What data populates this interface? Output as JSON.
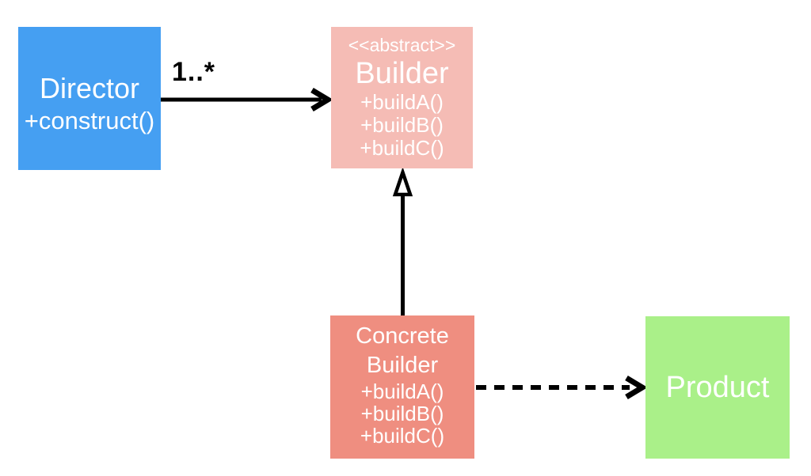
{
  "colors": {
    "director_fill": "#459FF2",
    "builder_fill": "#F5BCB5",
    "concrete_builder_fill": "#EF8E80",
    "product_fill": "#AAF089",
    "node_text": "#FFFFFF",
    "line": "#000000"
  },
  "nodes": {
    "director": {
      "title": "Director",
      "methods": [
        "+construct()"
      ]
    },
    "builder": {
      "stereotype": "<<abstract>>",
      "title": "Builder",
      "methods": [
        "+buildA()",
        "+buildB()",
        "+buildC()"
      ]
    },
    "concrete_builder": {
      "title": "Concrete Builder",
      "methods": [
        "+buildA()",
        "+buildB()",
        "+buildC()"
      ]
    },
    "product": {
      "title": "Product"
    }
  },
  "edges": {
    "director_to_builder": {
      "from": "Director",
      "to": "Builder",
      "multiplicity": "1..*",
      "line": "solid",
      "arrowhead": "open"
    },
    "concrete_builder_to_builder": {
      "from": "Concrete Builder",
      "to": "Builder",
      "line": "solid",
      "arrowhead": "hollow-triangle"
    },
    "concrete_builder_to_product": {
      "from": "Concrete Builder",
      "to": "Product",
      "line": "dashed",
      "arrowhead": "open"
    }
  }
}
